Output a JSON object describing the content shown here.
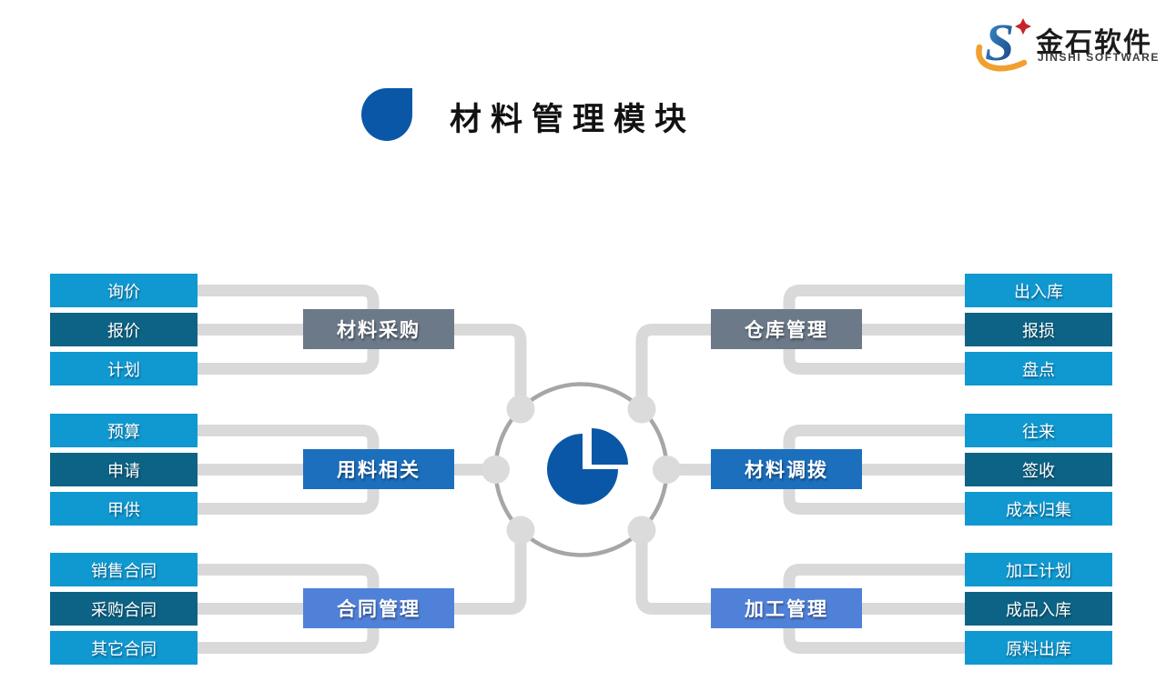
{
  "brand": {
    "name_cn": "金石软件",
    "name_en": "JINSHI SOFTWARE"
  },
  "header": {
    "title": "材料管理模块"
  },
  "center": {
    "icon": "pie-chart-icon"
  },
  "colors": {
    "item_light": "#1098D0",
    "item_dark": "#0D6385",
    "category_slate": "#6B7989",
    "category_blue": "#1C6FBD",
    "category_cornflower": "#5081D9",
    "connector_gray": "#D9D9D9",
    "hub_ring_gray": "#A6A6A6",
    "accent_blue": "#0B57A7",
    "logo_orange": "#F0A030",
    "logo_red": "#C8222A"
  },
  "groups": [
    {
      "id": "material-procurement",
      "side": "left",
      "category": "材料采购",
      "style": "slate",
      "items": [
        "询价",
        "报价",
        "计划"
      ]
    },
    {
      "id": "material-usage",
      "side": "left",
      "category": "用料相关",
      "style": "blue",
      "items": [
        "预算",
        "申请",
        "甲供"
      ]
    },
    {
      "id": "contract-management",
      "side": "left",
      "category": "合同管理",
      "style": "cornflower",
      "items": [
        "销售合同",
        "采购合同",
        "其它合同"
      ]
    },
    {
      "id": "warehouse-management",
      "side": "right",
      "category": "仓库管理",
      "style": "slate",
      "items": [
        "出入库",
        "报损",
        "盘点"
      ]
    },
    {
      "id": "material-allocation",
      "side": "right",
      "category": "材料调拨",
      "style": "blue",
      "items": [
        "往来",
        "签收",
        "成本归集"
      ]
    },
    {
      "id": "processing-management",
      "side": "right",
      "category": "加工管理",
      "style": "cornflower",
      "items": [
        "加工计划",
        "成品入库",
        "原料出库"
      ]
    }
  ]
}
